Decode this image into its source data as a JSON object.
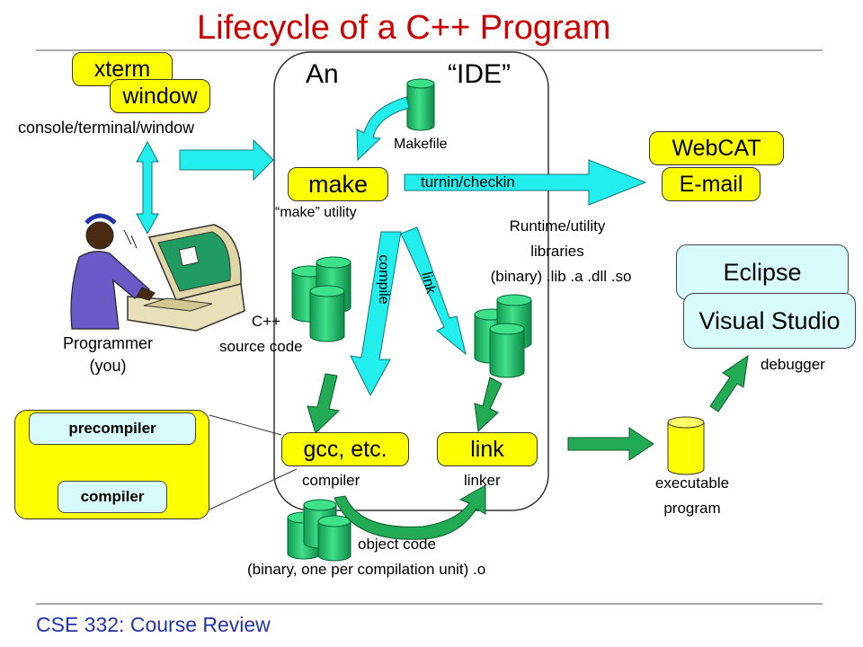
{
  "slide": {
    "title": "Lifecycle of a C++ Program",
    "footer": "CSE 332: Course Review"
  },
  "ide": {
    "label_an": "An",
    "label_ide": "“IDE”"
  },
  "terminal": {
    "xterm": "xterm",
    "window": "window",
    "caption": "console/terminal/window"
  },
  "programmer": {
    "line1": "Programmer",
    "line2": "(you)"
  },
  "makefile": {
    "label": "Makefile"
  },
  "make": {
    "button": "make",
    "caption": "“make” utility"
  },
  "turnin": {
    "label": "turnin/checkin"
  },
  "submit": {
    "webcat": "WebCAT",
    "email": "E-mail"
  },
  "runtime": {
    "line1": "Runtime/utility",
    "line2": "libraries",
    "line3": "(binary) .lib .a .dll .so"
  },
  "debuggers": {
    "eclipse": "Eclipse",
    "visual_studio": "Visual Studio",
    "caption": "debugger"
  },
  "source": {
    "line1": "C++",
    "line2": "source code"
  },
  "arrows": {
    "compile": "compile",
    "link": "link"
  },
  "compiler": {
    "button": "gcc, etc.",
    "caption": "compiler"
  },
  "linker": {
    "button": "link",
    "caption": "linker"
  },
  "executable": {
    "line1": "executable",
    "line2": "program"
  },
  "precompile_panel": {
    "precompiler": "precompiler",
    "compiler": "compiler"
  },
  "object_code": {
    "line1": "object code",
    "line2": "(binary, one per compilation unit) .o"
  },
  "colors": {
    "title_red": "#cc0000",
    "accent_yellow": "#ffff00",
    "arrow_cyan": "#22eeee",
    "arrow_green": "#22aa55",
    "cyan_box": "#d8fcfc"
  }
}
